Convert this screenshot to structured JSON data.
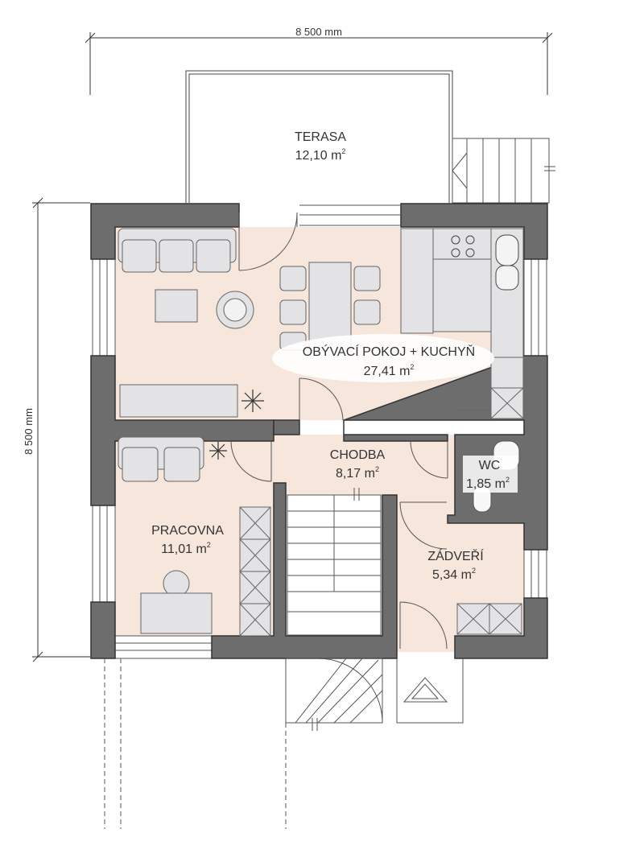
{
  "dimensions": {
    "width_label": "8 500 mm",
    "height_label": "8 500 mm"
  },
  "rooms": {
    "terasa": {
      "name": "TERASA",
      "area": "12,10 m",
      "unit_sup": "2"
    },
    "obyvaci": {
      "name": "OBÝVACÍ POKOJ + KUCHYŇ",
      "area": "27,41 m",
      "unit_sup": "2"
    },
    "chodba": {
      "name": "CHODBA",
      "area": "8,17 m",
      "unit_sup": "2"
    },
    "wc": {
      "name": "WC",
      "area": "1,85 m",
      "unit_sup": "2"
    },
    "pracovna": {
      "name": "PRACOVNA",
      "area": "11,01 m",
      "unit_sup": "2"
    },
    "zadveri": {
      "name": "ZÁDVEŘÍ",
      "area": "5,34 m",
      "unit_sup": "2"
    }
  },
  "colors": {
    "wall": "#6d6d6d",
    "floor": "#f6e6dc",
    "furniture": "#e3e3e5",
    "line": "#4a4a4a"
  }
}
